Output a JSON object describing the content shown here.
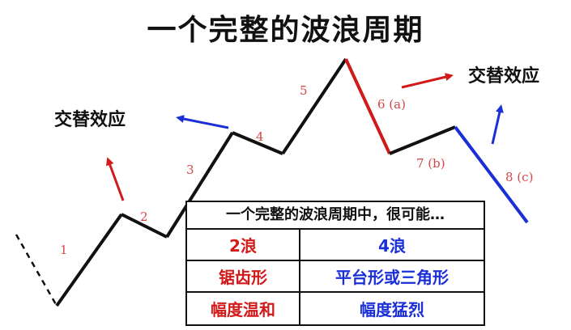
{
  "title": "一个完整的波浪周期",
  "alternation_labels": [
    "交替效应",
    "交替效应"
  ],
  "wave_labels": [
    "1",
    "2",
    "3",
    "4",
    "5",
    "6 (a)",
    "7 (b)",
    "8 (c)"
  ],
  "colors": {
    "impulse_line": "#111111",
    "red_segment": "#d11a1a",
    "blue_segment": "#1a2fd6",
    "red_text": "#d11a1a",
    "blue_text": "#1a2fd6",
    "wave_number": "#d64545"
  },
  "table": {
    "header": "一个完整的波浪周期中，很可能…",
    "rows": [
      {
        "left": "2浪",
        "right": "4浪"
      },
      {
        "left": "锯齿形",
        "right": "平台形或三角形"
      },
      {
        "left": "幅度温和",
        "right": "幅度猛烈"
      }
    ]
  }
}
